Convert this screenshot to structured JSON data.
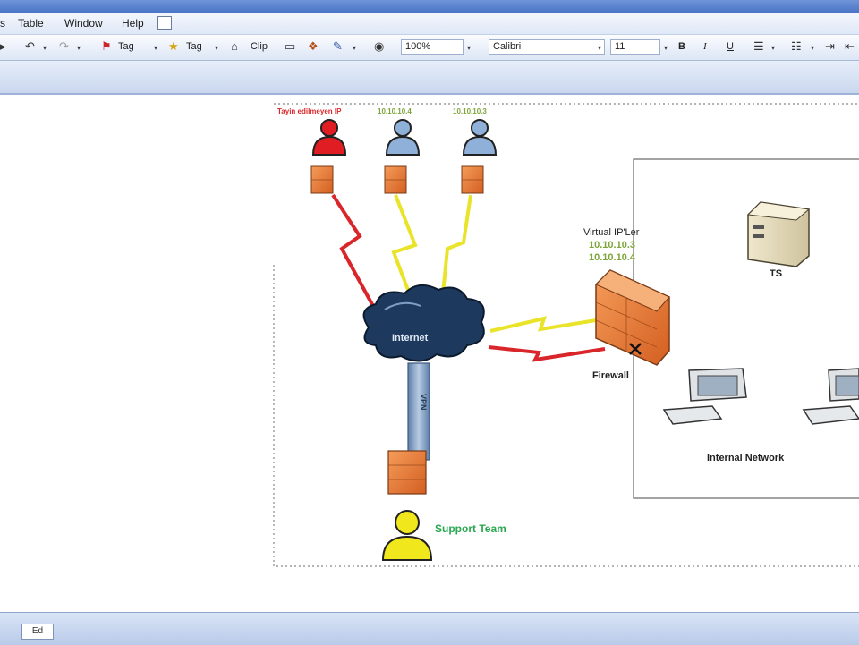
{
  "menu": {
    "items": [
      "Table",
      "Window",
      "Help"
    ]
  },
  "toolbar": {
    "tag_label": "Tag",
    "tag2_label": "Tag",
    "clip_label": "Clip",
    "zoom_value": "100%",
    "font_name": "Calibri",
    "font_size": "11",
    "bold": "B",
    "italic": "I",
    "underline": "U"
  },
  "diagram": {
    "untagged_ip_label": "Tayin edilmeyen IP",
    "client_ip_1": "10.10.10.4",
    "client_ip_2": "10.10.10.3",
    "virtual_ip_title": "Virtual IP'Ler",
    "virtual_ip_1": "10.10.10.3",
    "virtual_ip_2": "10.10.10.4",
    "cloud_label": "Internet",
    "vpn_label": "VPN",
    "firewall_label": "Firewall",
    "server_label": "TS",
    "network_label": "Internal Network",
    "support_label": "Support Team"
  },
  "colors": {
    "untagged_red": "#d9262b",
    "ip_green": "#7ea53b",
    "support_green": "#2aa84f",
    "cloud_dark": "#17314f",
    "firewall_orange": "#e77c37"
  },
  "status": {
    "cell": "Ed"
  }
}
